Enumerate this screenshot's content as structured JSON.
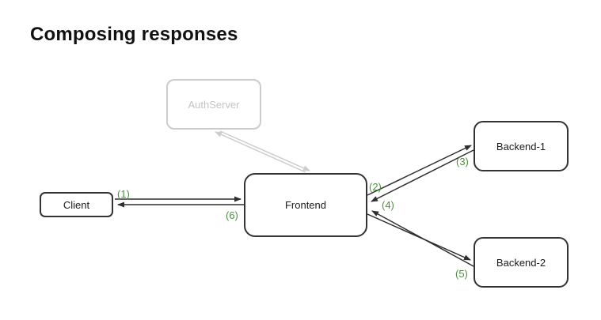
{
  "title": "Composing responses",
  "diagram": {
    "nodes": [
      {
        "id": "authserver",
        "label": "AuthServer",
        "state": "inactive"
      },
      {
        "id": "client",
        "label": "Client",
        "state": "active"
      },
      {
        "id": "frontend",
        "label": "Frontend",
        "state": "active"
      },
      {
        "id": "backend-1",
        "label": "Backend-1",
        "state": "active"
      },
      {
        "id": "backend-2",
        "label": "Backend-2",
        "state": "active"
      }
    ],
    "edges": [
      {
        "label": "(1)",
        "from": "Client",
        "to": "Frontend",
        "state": "active"
      },
      {
        "label": "(2)",
        "from": "Frontend",
        "to": "Backend-1",
        "state": "active"
      },
      {
        "label": "(3)",
        "from": "Backend-1",
        "to": "Frontend",
        "state": "active"
      },
      {
        "label": "(4)",
        "from": "Frontend",
        "to": "Backend-2",
        "state": "active"
      },
      {
        "label": "(5)",
        "from": "Backend-2",
        "to": "Frontend",
        "state": "active"
      },
      {
        "label": "(6)",
        "from": "Frontend",
        "to": "Client",
        "state": "active"
      },
      {
        "label": "",
        "from": "Frontend",
        "to": "AuthServer",
        "state": "inactive"
      },
      {
        "label": "",
        "from": "AuthServer",
        "to": "Frontend",
        "state": "inactive"
      }
    ],
    "colors": {
      "edge_label": "#4e9141",
      "active_line": "#2f2f2f",
      "inactive": "#cccccc",
      "node_border": "#333333",
      "node_fill": "#ffffff",
      "title_text": "#111111",
      "background": "#ffffff"
    }
  }
}
